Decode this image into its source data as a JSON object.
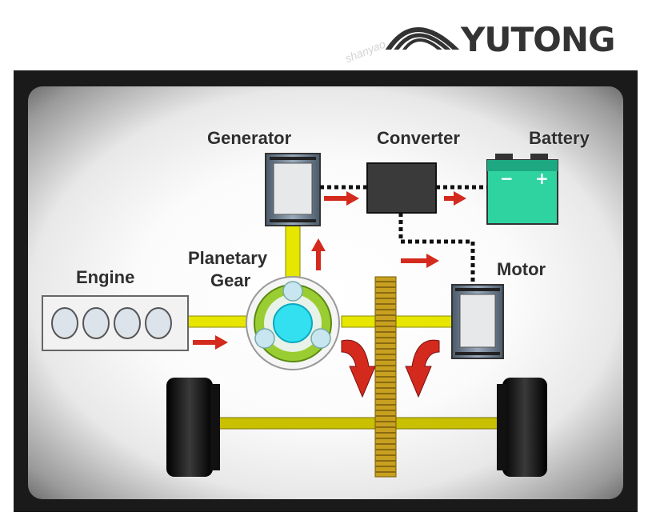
{
  "brand": {
    "name": "YUTONG",
    "watermark": "shanyao"
  },
  "labels": {
    "generator": "Generator",
    "converter": "Converter",
    "battery": "Battery",
    "planetary_line1": "Planetary",
    "planetary_line2": "Gear",
    "engine": "Engine",
    "motor": "Motor"
  },
  "colors": {
    "shaft": "#e6e600",
    "arrow": "#d42a1e",
    "battery": "#2fd3a0",
    "converter": "#3a3a3a",
    "sun_gear": "#33e0f0",
    "ring_gear": "#9acd32",
    "gear_wheel": "#c8a020",
    "tire": "#1a1a1a"
  }
}
